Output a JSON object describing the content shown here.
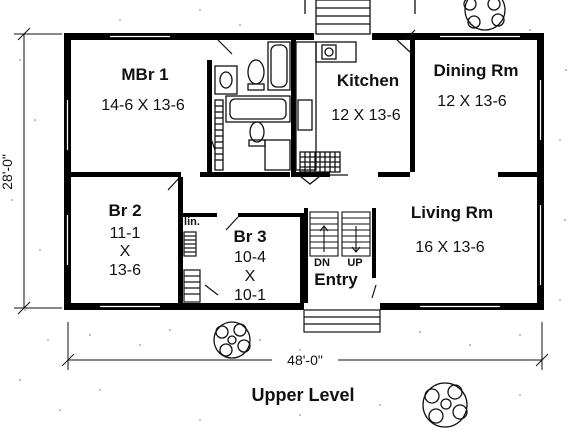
{
  "rooms": {
    "master_bedroom": {
      "name": "MBr 1",
      "dims": "14-6 X 13-6"
    },
    "kitchen": {
      "name": "Kitchen",
      "dims": "12 X 13-6"
    },
    "dining": {
      "name": "Dining Rm",
      "dims": "12 X 13-6"
    },
    "bedroom_2": {
      "name": "Br 2",
      "dims_line1": "11-1",
      "dims_line2": "X",
      "dims_line3": "13-6"
    },
    "bedroom_3": {
      "name": "Br 3",
      "dims_line1": "10-4",
      "dims_line2": "X",
      "dims_line3": "10-1"
    },
    "living": {
      "name": "Living Rm",
      "dims": "16 X 13-6"
    },
    "entry": {
      "name": "Entry",
      "stair_down": "DN",
      "stair_up": "UP"
    },
    "linen": {
      "name": "lin."
    }
  },
  "dimensions": {
    "width": "48'-0\"",
    "depth": "28'-0\""
  },
  "caption": "Upper Level",
  "colors": {
    "wall": "#000000",
    "line": "#111111",
    "background": "#ffffff"
  }
}
